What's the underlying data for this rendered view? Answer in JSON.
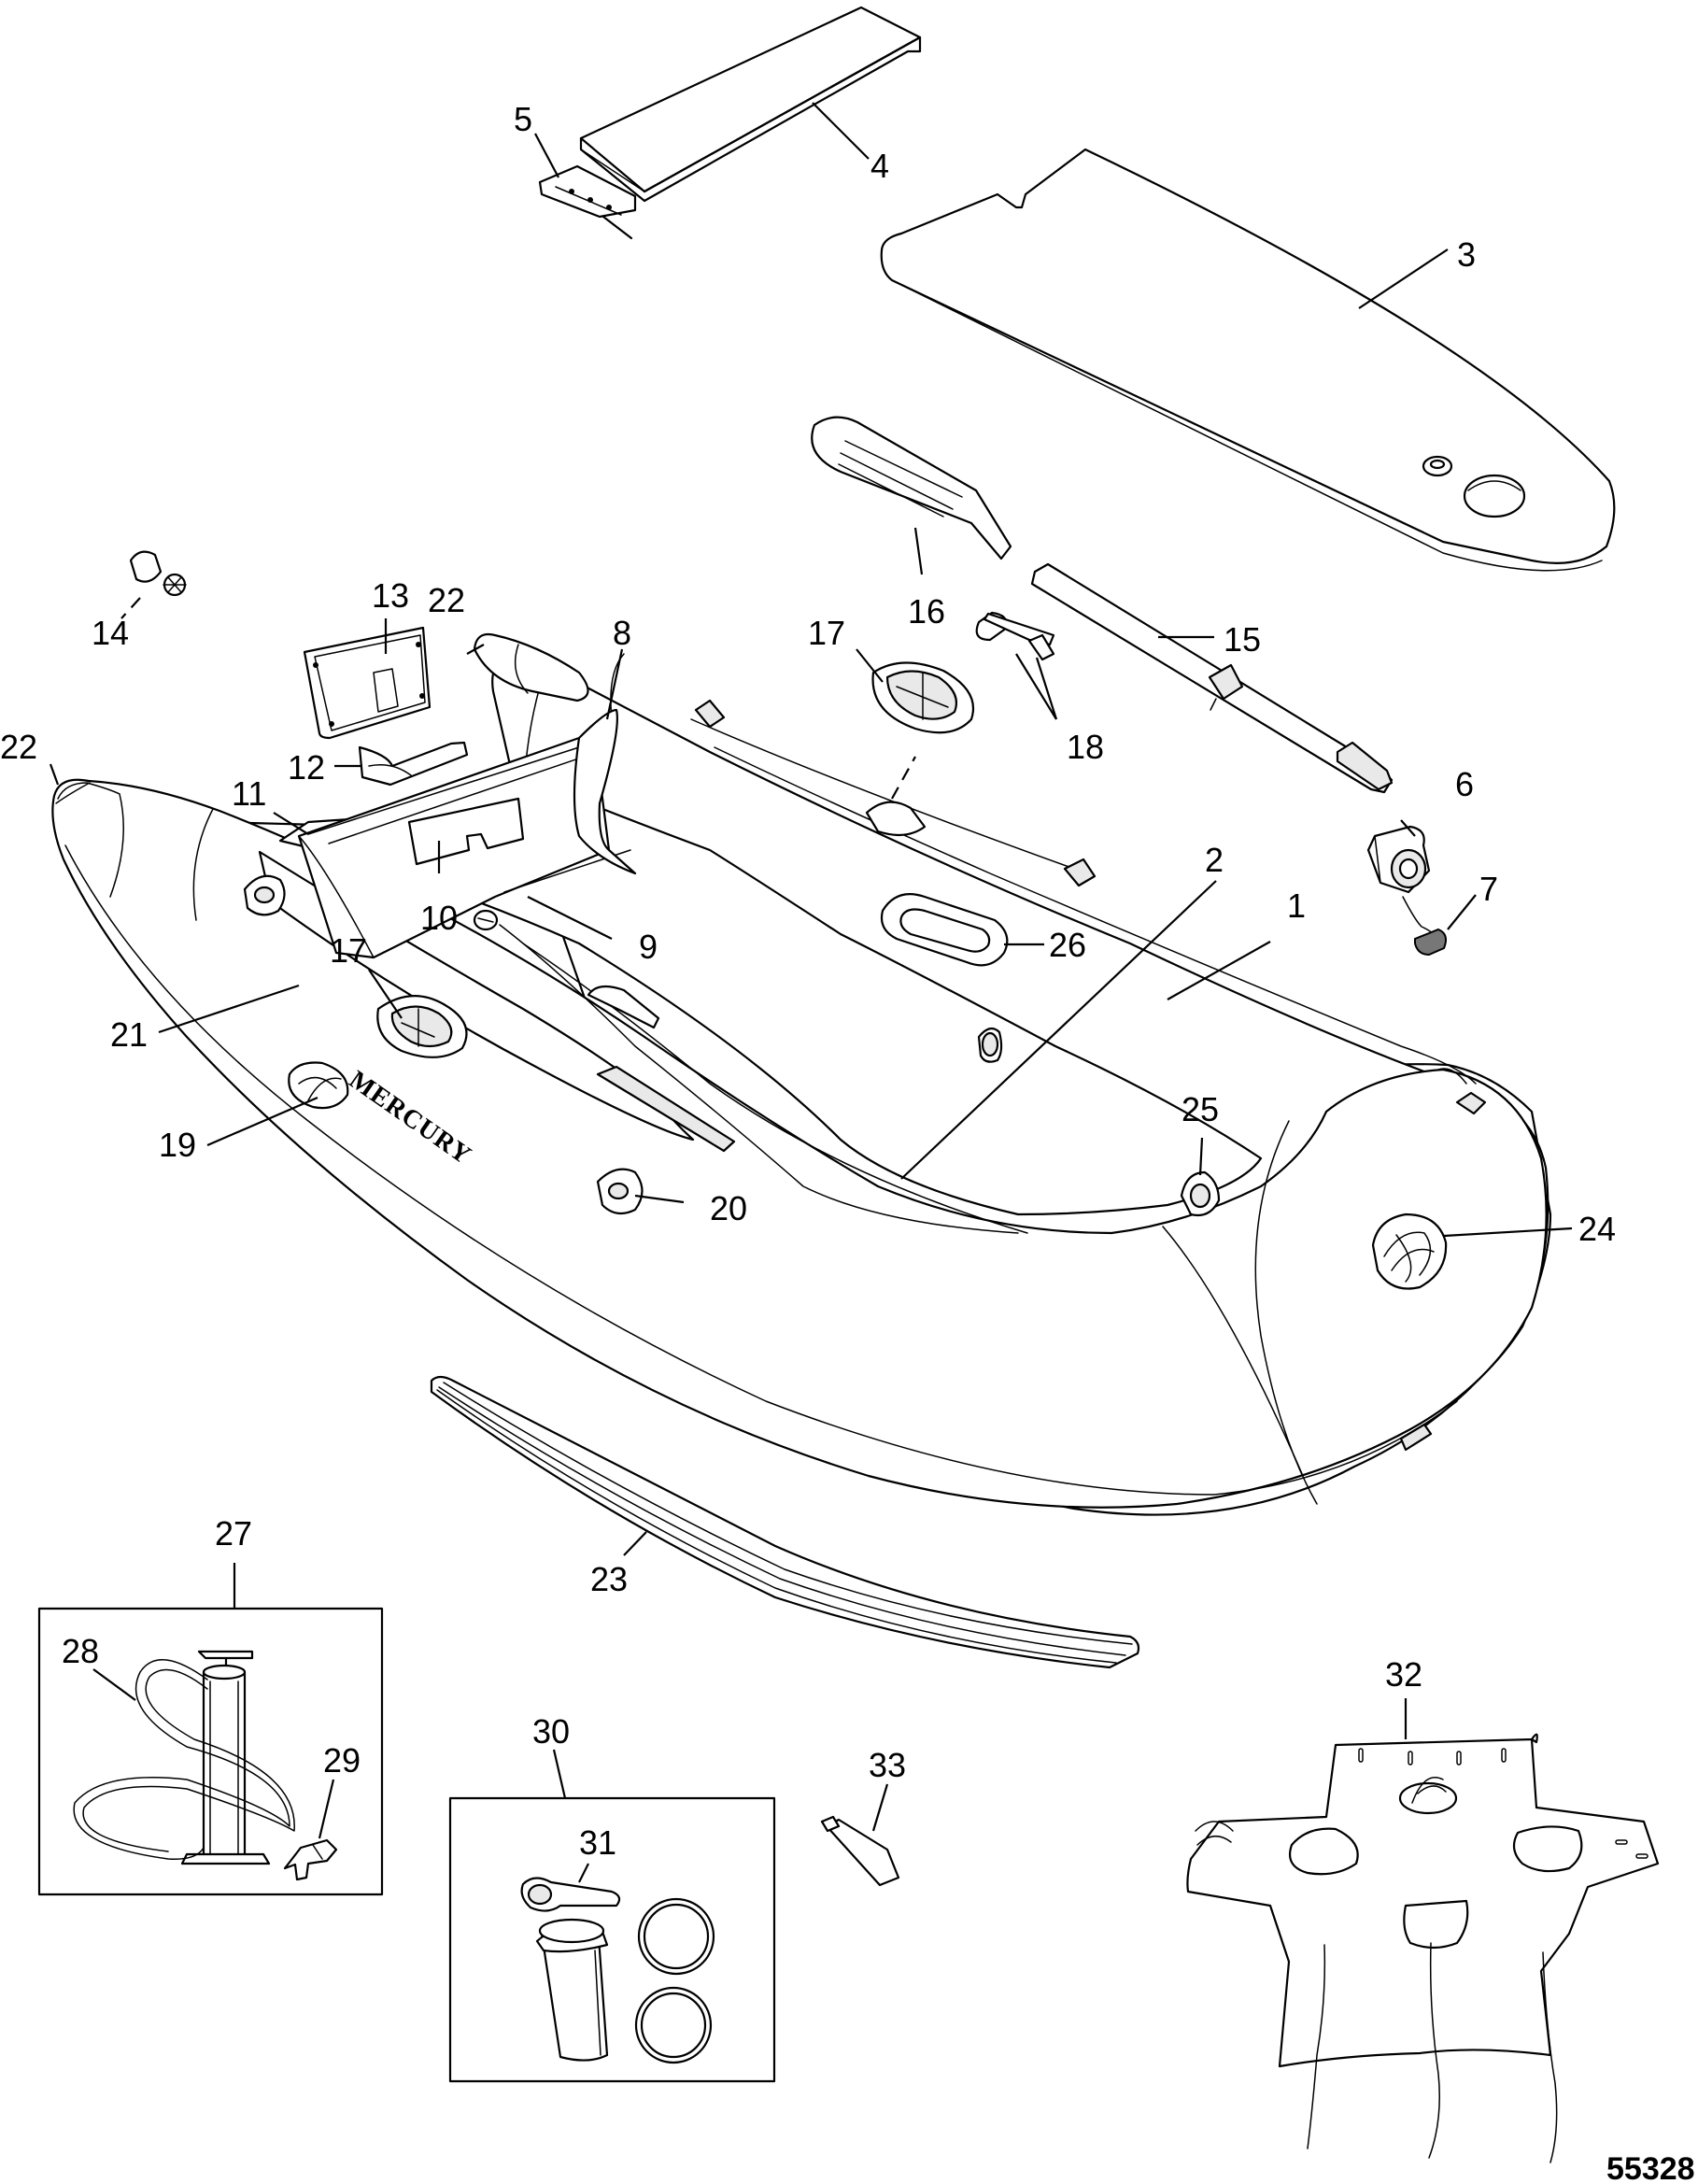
{
  "figure_id": "55328",
  "brand_text": "MERCURY",
  "callouts": {
    "c1": "1",
    "c2": "2",
    "c3": "3",
    "c4": "4",
    "c5": "5",
    "c6": "6",
    "c7": "7",
    "c8": "8",
    "c9": "9",
    "c10": "10",
    "c11": "11",
    "c12": "12",
    "c13": "13",
    "c14": "14",
    "c15": "15",
    "c16": "16",
    "c17a": "17",
    "c17b": "17",
    "c18": "18",
    "c19": "19",
    "c20": "20",
    "c21": "21",
    "c22a": "22",
    "c22b": "22",
    "c23": "23",
    "c24": "24",
    "c25": "25",
    "c26": "26",
    "c27": "27",
    "c28": "28",
    "c29": "29",
    "c30": "30",
    "c31": "31",
    "c32": "32",
    "c33": "33"
  }
}
